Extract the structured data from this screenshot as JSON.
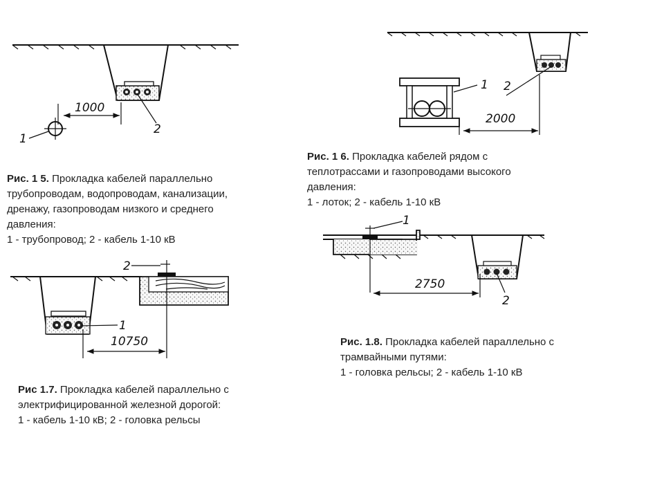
{
  "fig15": {
    "dim": "1000",
    "label1": "1",
    "label2": "2",
    "caption_num": "Рис. 1 5.",
    "caption_text": " Прокладка кабелей параллельно трубопроводам, водопроводам, канализации, дренажу, газопроводам низкого и среднего давления:",
    "legend": "1 - трубопровод; 2 - кабель 1-10 кВ"
  },
  "fig16": {
    "dim": "2000",
    "label1": "1",
    "label2": "2",
    "caption_num": "Рис. 1 6.",
    "caption_text": " Прокладка кабелей рядом с теплотрассами и газопроводами высокого давления:",
    "legend": "1 - лоток; 2 - кабель 1-10 кВ"
  },
  "fig17": {
    "dim": "10750",
    "label1": "1",
    "label2": "2",
    "caption_num": "Рис 1.7.",
    "caption_text": " Прокладка кабелей параллельно с электрифицированной железной дорогой:",
    "legend": "1 - кабель 1-10 кВ; 2 - головка рельсы"
  },
  "fig18": {
    "dim": "2750",
    "label1": "1",
    "label2": "2",
    "caption_num": "Рис. 1.8.",
    "caption_text": " Прокладка кабелей параллельно с трамвайными путями:",
    "legend": "1 - головка рельсы; 2 - кабель 1-10 кВ"
  }
}
